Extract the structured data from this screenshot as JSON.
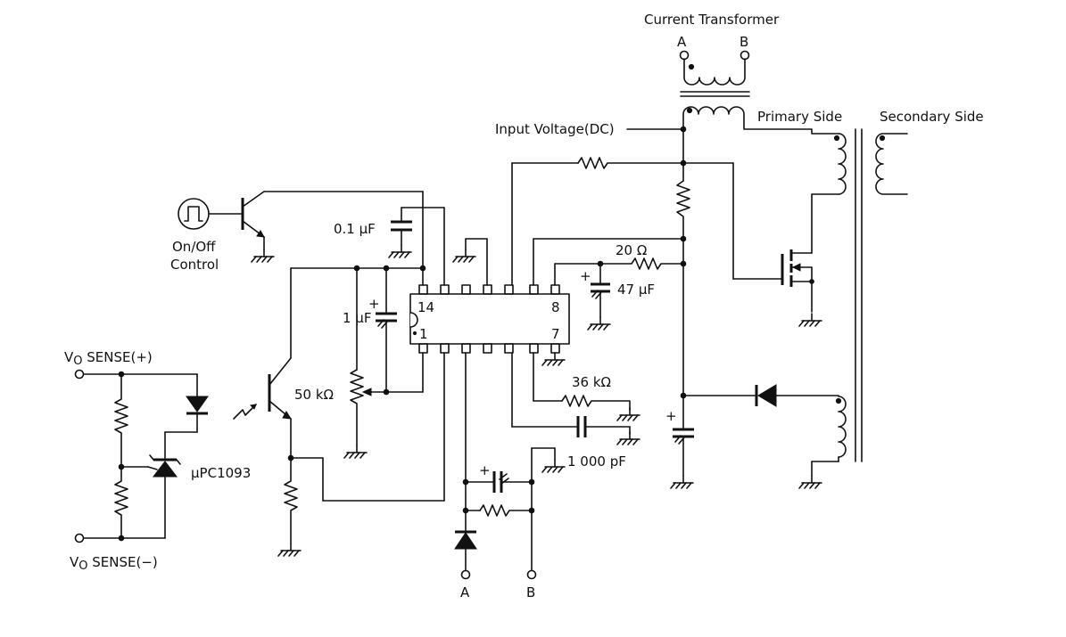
{
  "labels": {
    "current_transformer": "Current Transformer",
    "ct_terminal_a": "A",
    "ct_terminal_b": "B",
    "primary_side": "Primary Side",
    "secondary_side": "Secondary Side",
    "input_voltage": "Input Voltage(DC)",
    "onoff_control_line1": "On/Off",
    "onoff_control_line2": "Control",
    "cap_0_1uf": "0.1 μF",
    "cap_1uf": "1 μF",
    "res_20ohm": "20 Ω",
    "cap_47uf": "47 μF",
    "pin_14": "14",
    "pin_8": "8",
    "pin_1": "1",
    "pin_7": "7",
    "res_36k": "36 kΩ",
    "pot_50k": "50 kΩ",
    "cap_1000pf": "1 000 pF",
    "ic_name": "μPC1093",
    "vo_sense_pos": "V",
    "vo_sense_pos_sub": "O",
    "vo_sense_pos_rest": " SENSE(+)",
    "vo_sense_neg": "V",
    "vo_sense_neg_sub": "O",
    "vo_sense_neg_rest": " SENSE(−)",
    "bottom_a": "A",
    "bottom_b": "B",
    "plus_sign": "+"
  }
}
